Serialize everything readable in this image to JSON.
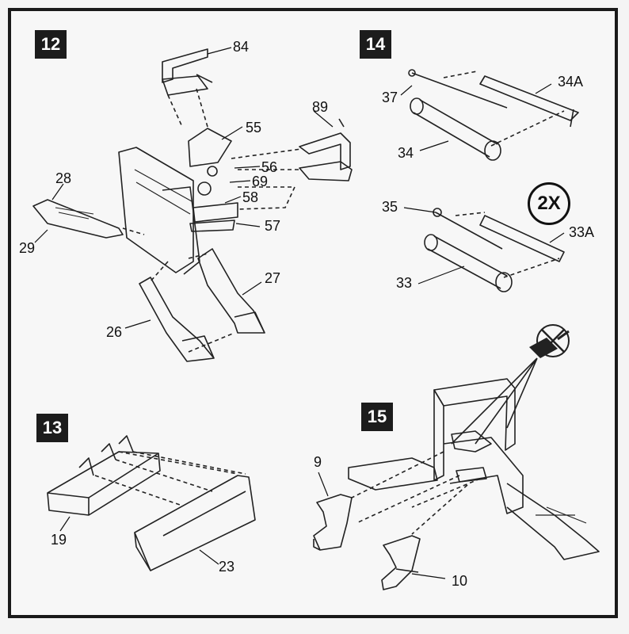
{
  "steps": {
    "s12": {
      "number": "12",
      "parts": {
        "p84": "84",
        "p55": "55",
        "p89": "89",
        "p28": "28",
        "p56": "56",
        "p69": "69",
        "p58": "58",
        "p29": "29",
        "p57": "57",
        "p27": "27",
        "p26": "26"
      }
    },
    "s13": {
      "number": "13",
      "parts": {
        "p19": "19",
        "p23": "23"
      }
    },
    "s14": {
      "number": "14",
      "parts": {
        "p37": "37",
        "p34A": "34A",
        "p34": "34",
        "p35": "35",
        "p33A": "33A",
        "p33": "33"
      },
      "multiplier": "2X"
    },
    "s15": {
      "number": "15",
      "parts": {
        "p9": "9",
        "p10": "10"
      }
    }
  },
  "icons": {
    "no_glue": "no-glue-icon"
  }
}
